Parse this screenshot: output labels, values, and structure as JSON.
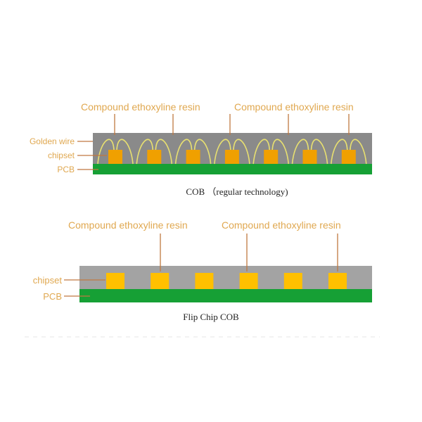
{
  "cob": {
    "resin_label_1": "Compound ethoxyline resin",
    "resin_label_2": "Compound ethoxyline resin",
    "golden_wire_label": "Golden wire",
    "chipset_label": "chipset",
    "pcb_label": "PCB",
    "caption": "COB （regular technology)",
    "chip_count": 7
  },
  "flip": {
    "resin_label_1": "Compound ethoxyline resin",
    "resin_label_2": "Compound ethoxyline resin",
    "chipset_label": "chipset",
    "pcb_label": "PCB",
    "caption": "Flip Chip COB",
    "chip_count": 6
  },
  "colors": {
    "resin": "#8a8a8a",
    "resin_flip": "#a3a3a3",
    "pcb": "#16a035",
    "chip_cob": "#f0a000",
    "chip_flip": "#ffc000",
    "wire": "#e8e070",
    "leader": "#c07840",
    "label": "#e0a850"
  }
}
